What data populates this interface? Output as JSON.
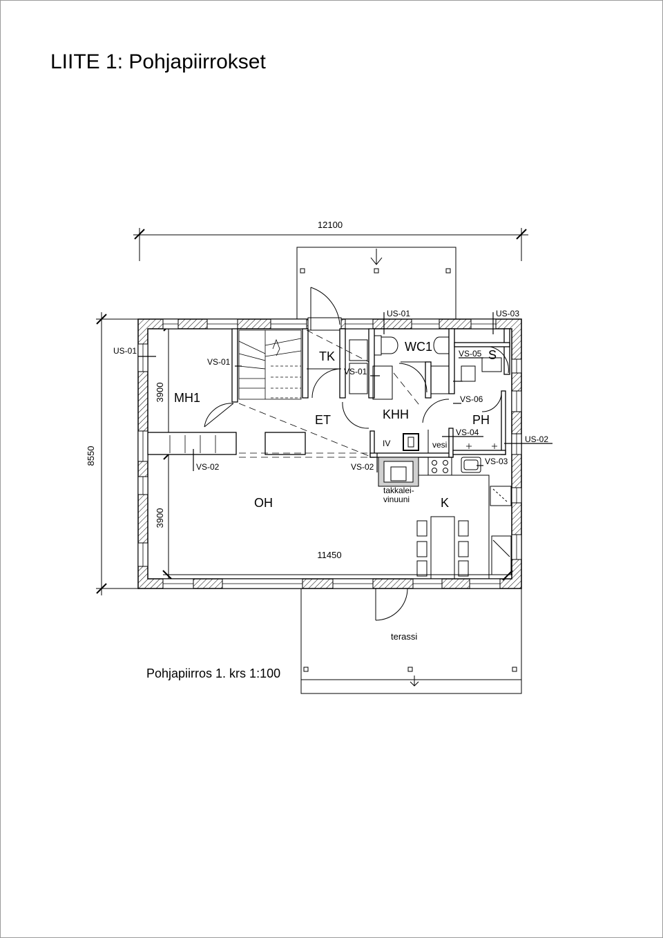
{
  "title": "LIITE 1: Pohjapiirrokset",
  "caption": "Pohjapiirros 1. krs 1:100",
  "dimensions": {
    "width_total": "12100",
    "depth_total": "8550",
    "depth_upper": "3900",
    "depth_lower": "3900",
    "width_inner": "11450"
  },
  "rooms": {
    "mh1": "MH1",
    "tk": "TK",
    "wc1": "WC1",
    "s": "S",
    "et": "ET",
    "khh": "KHH",
    "ph": "PH",
    "oh": "OH",
    "k": "K",
    "iv": "IV",
    "vesi": "vesi",
    "takka_line1": "takkalei-",
    "takka_line2": "vinuuni",
    "terassi": "terassi"
  },
  "tags": {
    "us01_top": "US-01",
    "us03_top": "US-03",
    "us01_left": "US-01",
    "us02_right": "US-02",
    "vs01_mh1": "VS-01",
    "vs01_khh": "VS-01",
    "vs05": "VS-05",
    "vs06": "VS-06",
    "vs04": "VS-04",
    "vs03": "VS-03",
    "vs02_left": "VS-02",
    "vs02_mid": "VS-02"
  }
}
